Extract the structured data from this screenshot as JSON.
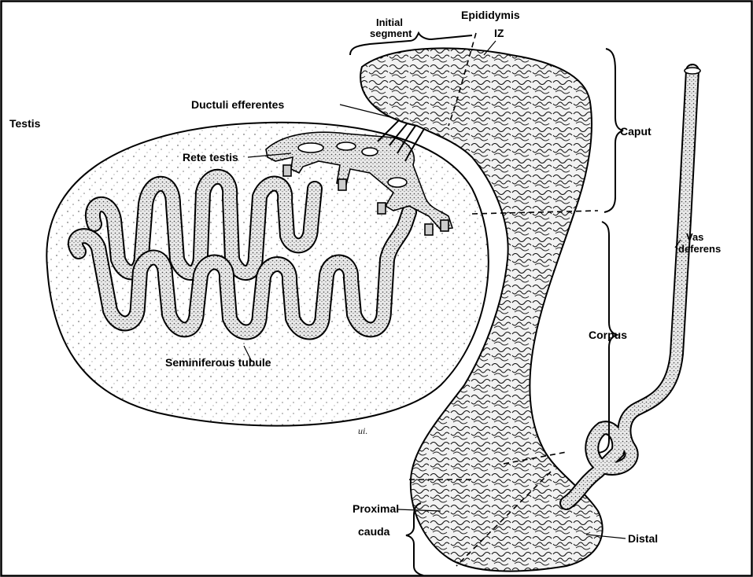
{
  "labels": {
    "testis": "Testis",
    "initial_segment_line1": "Initial",
    "initial_segment_line2": "segment",
    "epididymis": "Epididymis",
    "iz": "IZ",
    "ductuli_efferentes": "Ductuli  efferentes",
    "rete_testis": "Rete  testis",
    "caput": "Caput",
    "vas_deferens_line1": "Vas",
    "vas_deferens_line2": "deferens",
    "corpus": "Corpus",
    "seminiferous_tubule": "Seminiferous  tubule",
    "proximal": "Proximal",
    "cauda": "cauda",
    "distal": "Distal"
  },
  "signature": "ui.",
  "colors": {
    "ink": "#000000",
    "paper": "#ffffff",
    "tubule_fill": "#cfcfcf",
    "epididymis_fill": "#e6e6e6"
  }
}
